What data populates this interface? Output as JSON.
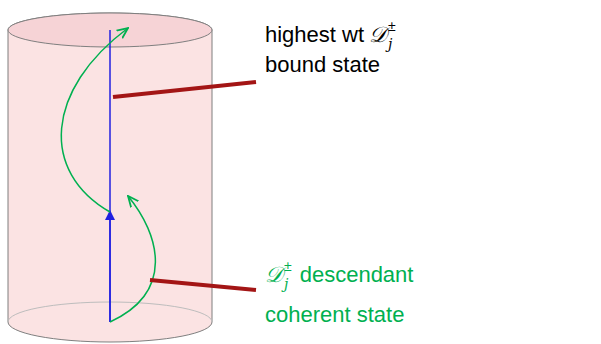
{
  "diagram": {
    "labels": [
      "highest wt",
      "𝒟",
      "j",
      "±",
      "bound state",
      "𝒟",
      "j",
      "±",
      "descendant",
      "coherent state"
    ]
  }
}
